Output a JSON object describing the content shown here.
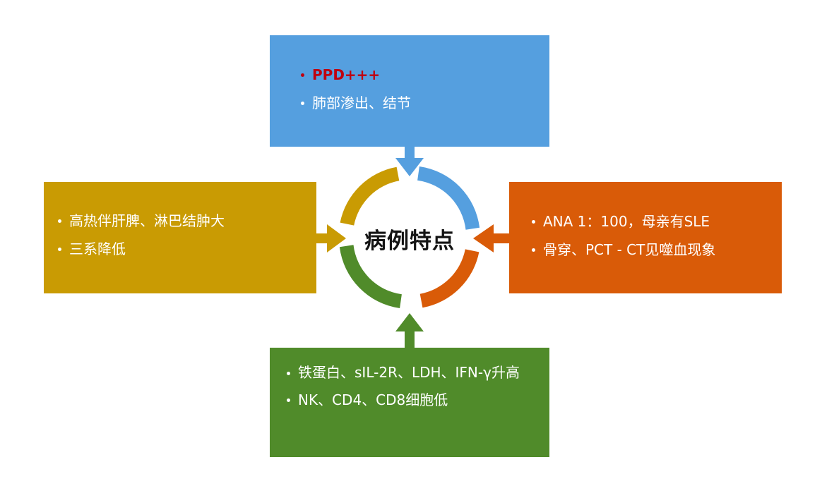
{
  "center": {
    "title": "病例特点"
  },
  "panels": {
    "top": {
      "color": "#559fdf",
      "items": [
        "PPD+++",
        "肺部渗出、结节"
      ],
      "highlight_color": "#c0000e"
    },
    "left": {
      "color": "#c99b03",
      "items": [
        "高热伴肝脾、淋巴结肿大",
        "三系降低"
      ]
    },
    "right": {
      "color": "#d95b08",
      "items": [
        "ANA 1：100，母亲有SLE",
        "骨穿、PCT - CT见噬血现象"
      ]
    },
    "bottom": {
      "color": "#508b2a",
      "items": [
        "铁蛋白、sIL-2R、LDH、IFN-γ升高",
        "NK、CD4、CD8细胞低"
      ]
    }
  }
}
